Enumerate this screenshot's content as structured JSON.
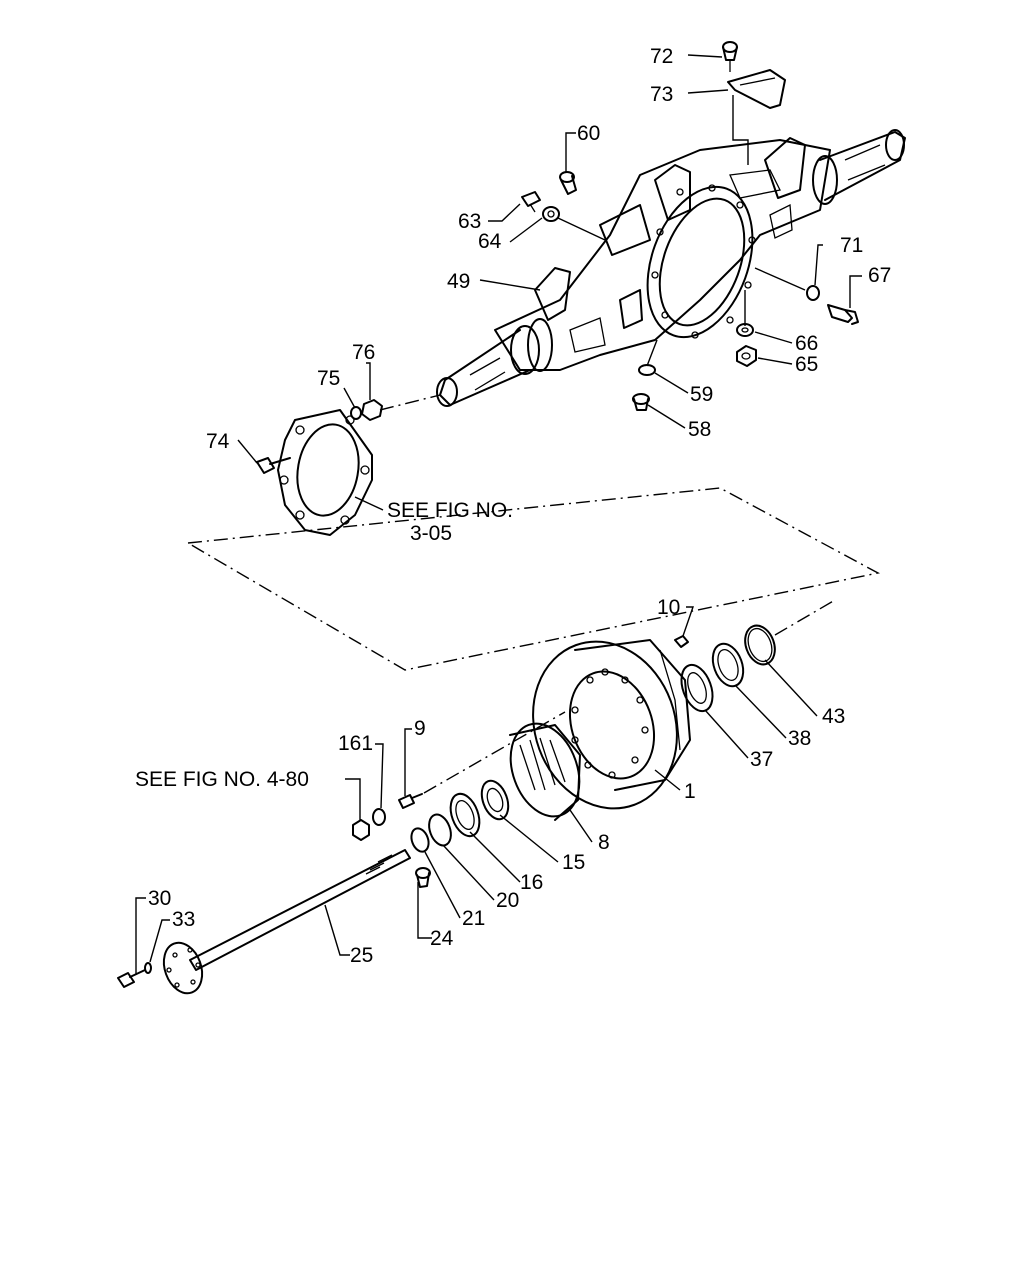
{
  "labels": {
    "p72": "72",
    "p73": "73",
    "p60": "60",
    "p63": "63",
    "p64": "64",
    "p49": "49",
    "p71": "71",
    "p67": "67",
    "p66": "66",
    "p65": "65",
    "p59": "59",
    "p58": "58",
    "p76": "76",
    "p75": "75",
    "p74": "74",
    "see_fig_1a": "SEE FIG NO.",
    "see_fig_1b": "3-05",
    "p10": "10",
    "p43": "43",
    "p38": "38",
    "p37": "37",
    "p1": "1",
    "p8": "8",
    "p15": "15",
    "p16": "16",
    "p20": "20",
    "p21": "21",
    "p24": "24",
    "p25": "25",
    "p30": "30",
    "p33": "33",
    "p161": "161",
    "p9": "9",
    "see_fig_2": "SEE FIG NO. 4-80"
  }
}
